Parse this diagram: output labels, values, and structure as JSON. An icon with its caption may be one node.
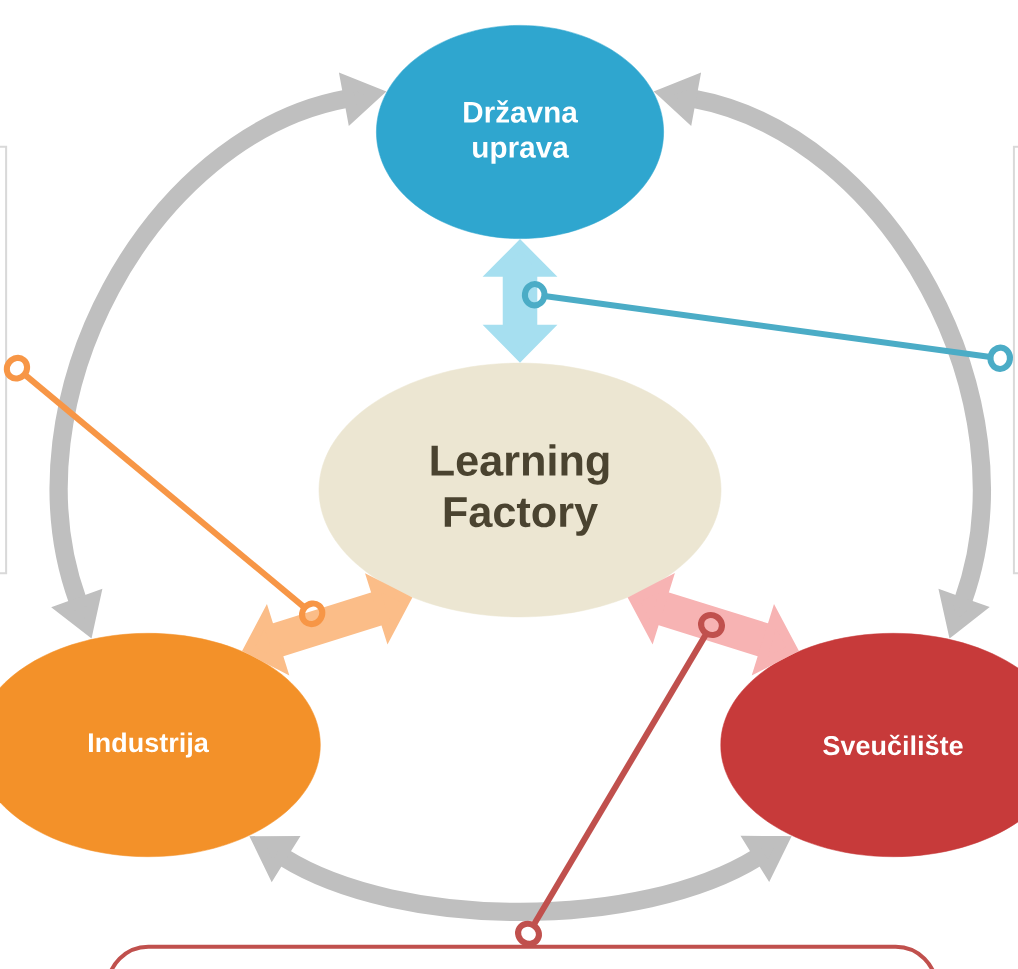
{
  "diagram": {
    "nodes": [
      {
        "text": [
          "Državna uprava"
        ]
      },
      {
        "text": [
          "Learning Factory"
        ]
      },
      {
        "text": [
          "Industrija"
        ]
      },
      {
        "text": [
          "Sveučilište"
        ]
      },
      {
        "text": [],
        "shape": "box"
      },
      {
        "text": [],
        "shape": "box"
      },
      {
        "text": [],
        "shape": "box"
      }
    ],
    "edges": [
      {
        "from": 0,
        "to": 2,
        "arrow": "both"
      },
      {
        "from": 0,
        "to": 3,
        "arrow": "both"
      },
      {
        "from": 2,
        "to": 3,
        "arrow": "both"
      },
      {
        "from": 0,
        "to": 1,
        "arrow": "both",
        "style": "thick",
        "color": "#a6dff0"
      },
      {
        "from": 2,
        "to": 1,
        "arrow": "both",
        "style": "thick",
        "color": "#fbbd88"
      },
      {
        "from": 1,
        "to": 3,
        "arrow": "both",
        "style": "thick",
        "color": "#f7b3b3"
      },
      {
        "from": 4,
        "to": null,
        "arrow": "other",
        "color": "#f79646"
      },
      {
        "from": 5,
        "to": null,
        "arrow": "other",
        "color": "#c0504d"
      },
      {
        "from": 6,
        "to": null,
        "arrow": "other",
        "color": "#4bacc6"
      }
    ]
  }
}
